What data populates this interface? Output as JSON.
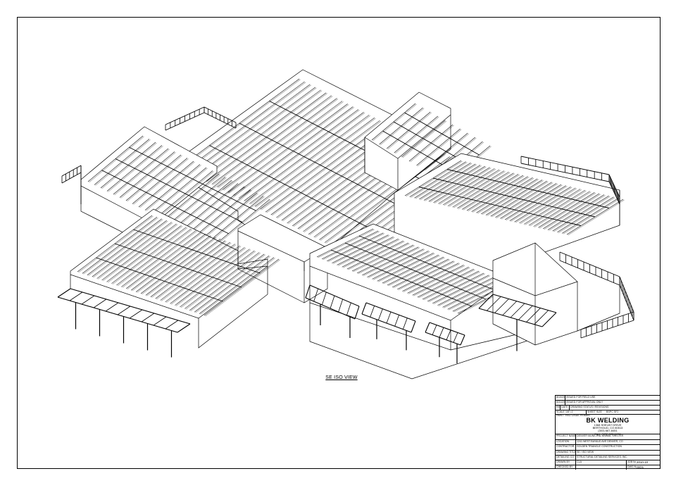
{
  "view_label": "SE ISO VIEW",
  "title_block": {
    "revisions": [
      {
        "date": "8/10/2010",
        "status": "ISSUED FOR FIELD USE"
      },
      {
        "date": "6/31/2010",
        "status": "ISSUED FOR APPROVAL ONLY"
      }
    ],
    "rev_header": {
      "rev": "REV.",
      "date": "DATE",
      "status": "DRAWING STATUS / REVISIONS"
    },
    "scale_row": {
      "label": "SCALE",
      "value": "1/8\"=1'",
      "sheet_label": "SHEET SIZE",
      "sheet_value": "BSPC SF2"
    },
    "paint_row": {
      "label": "PAINT",
      "value": "RED OXIDE PRIMER"
    },
    "company": {
      "name": "BK WELDING",
      "address1": "1368 SHELBY DRIVE",
      "address2": "BERTHOUD, CO 80513",
      "phone": "(303) 667-8451",
      "fax": "FAX: (970) 532-1978"
    },
    "fields": [
      {
        "label": "PROJECT NAME",
        "value": "DENVER MUNICIPAL ANIMAL SHELTER"
      },
      {
        "label": "LOCATION",
        "value": "1241 WEST BAYAUD AVE DENVER, CO"
      },
      {
        "label": "CONTRACTOR",
        "value": "GOLDEN TRIANGLE CONSTRUCTION"
      },
      {
        "label": "DRAWING TITLE",
        "value": "SE / ISO VIEW"
      },
      {
        "label": "DETAILING CO.",
        "value": "STRUCTURAL DETAILING SERVICES, INC."
      }
    ],
    "drawn": {
      "label": "DRAWN BY",
      "value": "CLA",
      "job_label": "JOB No.",
      "job_value": "2010-10"
    },
    "checked": {
      "label": "CHECKED BY",
      "value": "",
      "dwg_label": "DWG No.",
      "dwg_value": "ISO1"
    }
  }
}
